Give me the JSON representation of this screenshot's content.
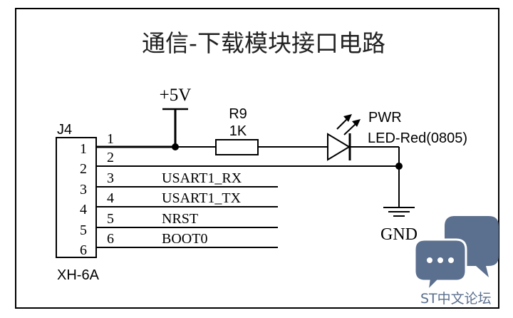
{
  "title": "通信-下载模块接口电路",
  "connector": {
    "ref": "J4",
    "part": "XH-6A",
    "pin_numbers_inside": [
      "1",
      "2",
      "3",
      "4",
      "5",
      "6"
    ],
    "pin_numbers_outside": [
      "1",
      "2",
      "3",
      "4",
      "5",
      "6"
    ]
  },
  "nets": {
    "vcc": "+5V",
    "gnd": "GND",
    "pin3": "USART1_RX",
    "pin4": "USART1_TX",
    "pin5": "NRST",
    "pin6": "BOOT0"
  },
  "resistor": {
    "ref": "R9",
    "value": "1K"
  },
  "led": {
    "ref": "PWR",
    "value": "LED-Red(0805)"
  },
  "watermark": {
    "text": "ST中文论坛",
    "icon": "chat-bubbles-icon",
    "color": "#5b6f8e"
  }
}
